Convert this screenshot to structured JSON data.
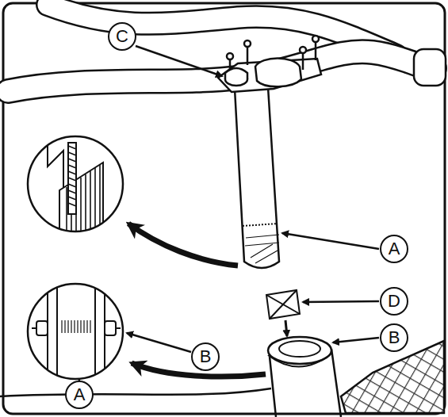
{
  "diagram": {
    "labels": [
      "C",
      "A",
      "D",
      "B",
      "B",
      "A"
    ]
  }
}
